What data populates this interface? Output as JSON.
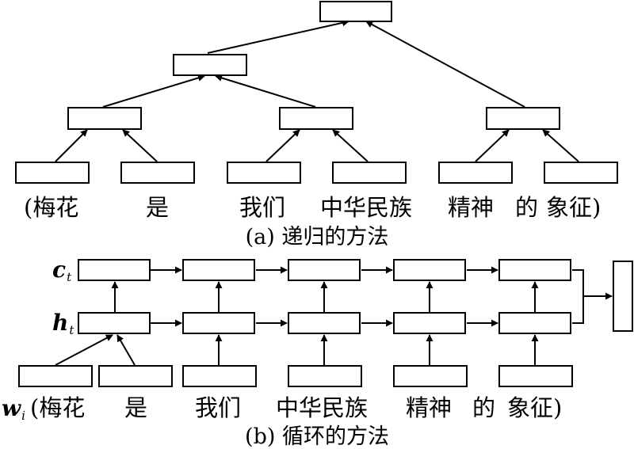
{
  "panel_a": {
    "words": [
      "(梅花",
      "是",
      "我们",
      "中华民族",
      "精神",
      "的",
      "象征)"
    ],
    "caption": "(a) 递归的方法"
  },
  "panel_b": {
    "label_c": "c",
    "label_c_sub": "t",
    "label_h": "h",
    "label_h_sub": "t",
    "label_w": "w",
    "label_w_sub": "i",
    "words": [
      "(梅花",
      "是",
      "我们",
      "中华民族",
      "精神",
      "的",
      "象征)"
    ],
    "caption": "(b) 循环的方法"
  },
  "colors": {
    "line": "#000000",
    "background": "#ffffff"
  }
}
